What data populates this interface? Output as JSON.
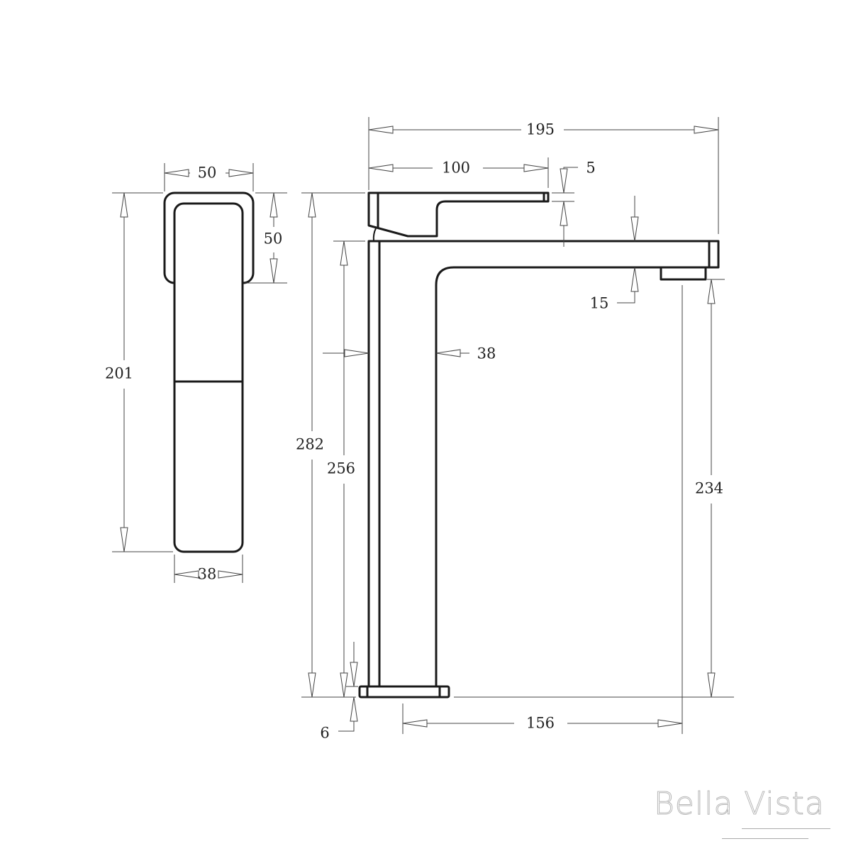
{
  "brand": {
    "logo_text": "Bella Vista"
  },
  "side_view": {
    "dimensions": {
      "top_width": "50",
      "handle_height": "50",
      "total_height": "201",
      "base_width": "38"
    }
  },
  "front_view": {
    "dimensions": {
      "overall_reach": "195",
      "handle_length": "100",
      "handle_thickness": "5",
      "spout_thickness": "15",
      "body_width": "38",
      "overall_height": "282",
      "spout_top_height": "256",
      "base_thickness": "6",
      "outlet_height": "234",
      "outlet_reach": "156"
    }
  }
}
